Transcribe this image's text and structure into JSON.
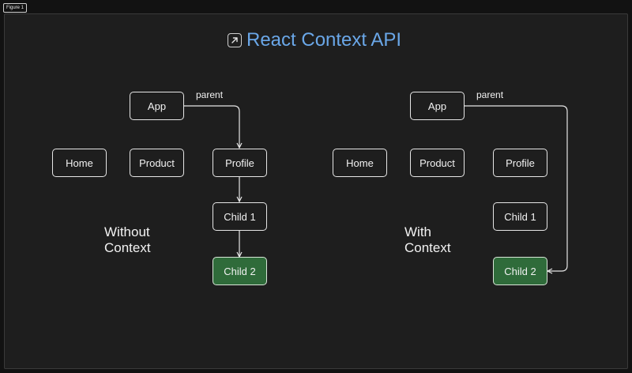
{
  "figure_label": "Figure 1",
  "title": "React Context API",
  "left": {
    "app": "App",
    "parent_label": "parent",
    "home": "Home",
    "product": "Product",
    "profile": "Profile",
    "child1": "Child 1",
    "child2": "Child 2",
    "caption_line1": "Without",
    "caption_line2": "Context"
  },
  "right": {
    "app": "App",
    "parent_label": "parent",
    "home": "Home",
    "product": "Product",
    "profile": "Profile",
    "child1": "Child 1",
    "child2": "Child 2",
    "caption_line1": "With",
    "caption_line2": "Context"
  },
  "colors": {
    "title": "#6aa7e8",
    "highlight_node": "#2f6b3a"
  },
  "icons": {
    "title_icon": "arrow-up-right-icon"
  }
}
